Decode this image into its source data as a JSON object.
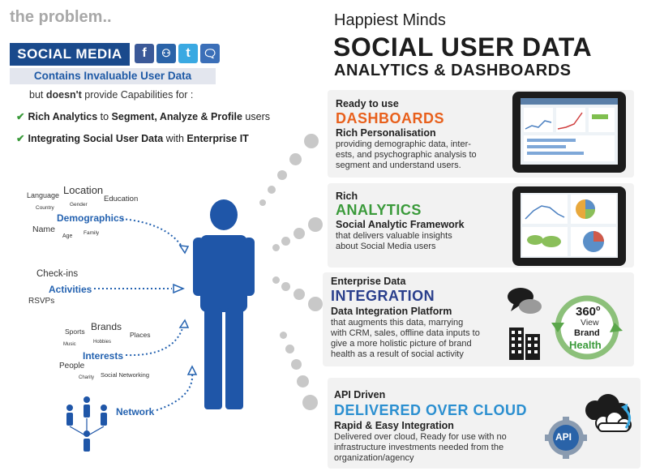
{
  "left": {
    "problem_title": "the problem..",
    "social_media_label": "SOCIAL MEDIA",
    "social_icons": [
      "facebook-icon",
      "myspace-icon",
      "twitter-icon",
      "chat-bubble-icon"
    ],
    "contains_label": "Contains Invaluable User Data",
    "but_line_pre": "but ",
    "but_line_bold": "doesn't",
    "but_line_post": " provide Capabilities for :",
    "check1": {
      "a": "Rich Analytics",
      "b": " to ",
      "c": "Segment, Analyze & Profile",
      "d": " users"
    },
    "check2": {
      "a": "Integrating Social User Data",
      "b": " with ",
      "c": "Enterprise IT"
    },
    "demographics": {
      "label": "Demographics",
      "words": [
        "Language",
        "Location",
        "Education",
        "Country",
        "Gender",
        "Name",
        "Age",
        "Family"
      ]
    },
    "activities": {
      "label": "Activities",
      "words": [
        "Check-ins",
        "RSVPs"
      ]
    },
    "interests": {
      "label": "Interests",
      "words": [
        "Brands",
        "Sports",
        "Places",
        "Music",
        "Hobbies",
        "People",
        "Charity",
        "Social Networking"
      ]
    },
    "network": {
      "label": "Network"
    }
  },
  "right": {
    "brand": "Happiest Minds",
    "title1": "SOCIAL USER DATA",
    "title2": "ANALYTICS & DASHBOARDS",
    "p1": {
      "pre": "Ready to use",
      "big": "DASHBOARDS",
      "sub": "Rich Personalisation",
      "desc1": "providing demographic data, inter-",
      "desc2": "ests, and psychographic analysis to",
      "desc3": "segment and understand users."
    },
    "p2": {
      "pre": "Rich",
      "big": "ANALYTICS",
      "sub": "Social Analytic Framework",
      "desc1": "that delivers valuable insights",
      "desc2": "about Social Media users"
    },
    "p3": {
      "pre": "Enterprise Data",
      "big": "INTEGRATION",
      "sub": "Data Integration Platform",
      "desc1": "that augments this data, marrying",
      "desc2": "with CRM, sales, offline data inputs to",
      "desc3": "give a more holistic picture of brand",
      "desc4": "health as a result of social activity"
    },
    "badge": {
      "num": "360",
      "deg": "o",
      "view": "View",
      "brand": "Brand",
      "health": "Health"
    },
    "p4": {
      "pre": "API Driven",
      "big": "DELIVERED OVER CLOUD",
      "sub": "Rapid & Easy Integration",
      "desc1": "Delivered over cloud, Ready for use with no",
      "desc2": "infrastructure investments needed from the",
      "desc3": "organization/agency"
    },
    "api_label": "API"
  },
  "colors": {
    "blue": "#1a4a8c",
    "person": "#1f56a8",
    "orange": "#e8601c",
    "green": "#3a9a3a",
    "navy": "#2a3f8c",
    "cyan": "#2b8fd0"
  }
}
